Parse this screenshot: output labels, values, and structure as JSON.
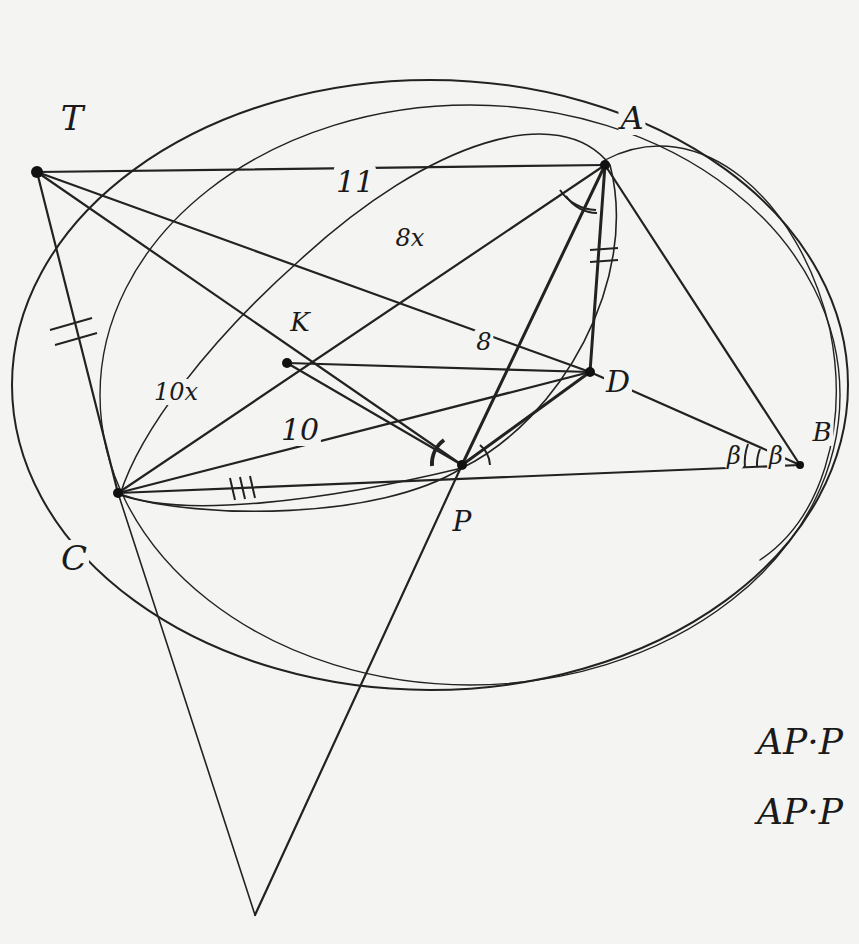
{
  "diagram": {
    "labels": [
      "T",
      "A",
      "K",
      "D",
      "B",
      "C",
      "P",
      "11",
      "8x",
      "10x",
      "10",
      "8",
      "β",
      "β",
      "AP·P",
      "AP·P"
    ]
  }
}
